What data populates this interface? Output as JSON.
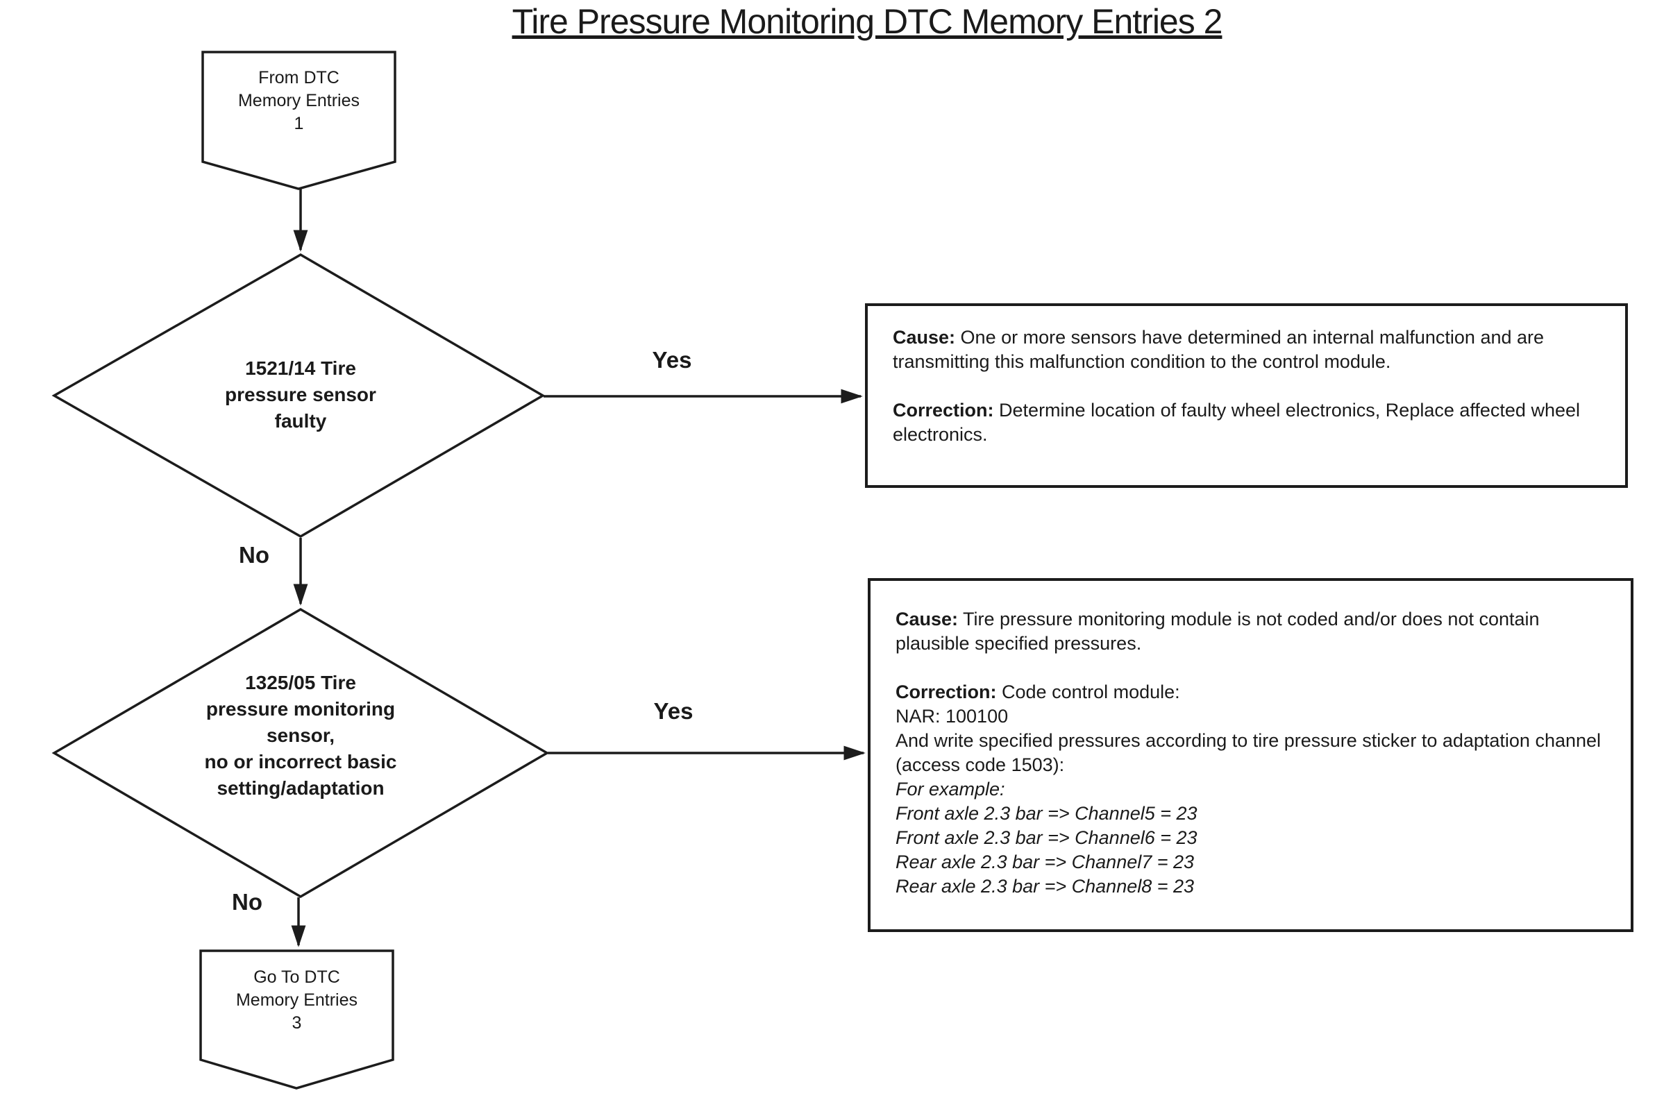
{
  "title": "Tire Pressure Monitoring DTC Memory Entries 2",
  "flow": {
    "start_connector": {
      "label": "From DTC\nMemory Entries\n1"
    },
    "decision1": {
      "label": "1521/14 Tire\npressure sensor\nfaulty",
      "yes_label": "Yes",
      "no_label": "No"
    },
    "decision2": {
      "label": "1325/05 Tire\npressure monitoring\nsensor,\nno or incorrect basic\nsetting/adaptation",
      "yes_label": "Yes",
      "no_label": "No"
    },
    "end_connector": {
      "label": "Go To DTC\nMemory Entries\n3"
    }
  },
  "result_box1": {
    "cause_label": "Cause:",
    "cause_text": "One or more sensors have determined an internal malfunction and are transmitting this malfunction condition to the control module.",
    "correction_label": "Correction:",
    "correction_text": "Determine location of faulty wheel electronics, Replace affected wheel electronics."
  },
  "result_box2": {
    "cause_label": "Cause:",
    "cause_text": "Tire pressure monitoring module is not coded and/or does not contain plausible specified pressures.",
    "correction_label": "Correction:",
    "correction_text": "Code control module:",
    "nar_line": "NAR: 100100",
    "adaptation_line": "And write specified pressures according to tire pressure sticker to adaptation channel (access code 1503):",
    "example_label": "For example:",
    "examples": [
      "Front axle 2.3 bar => Channel5 = 23",
      "Front axle 2.3 bar => Channel6 = 23",
      "Rear axle 2.3 bar => Channel7 = 23",
      "Rear axle 2.3 bar => Channel8 = 23"
    ]
  },
  "colors": {
    "background": "#ffffff",
    "line": "#1c1c1c",
    "text": "#1a1a1a"
  }
}
